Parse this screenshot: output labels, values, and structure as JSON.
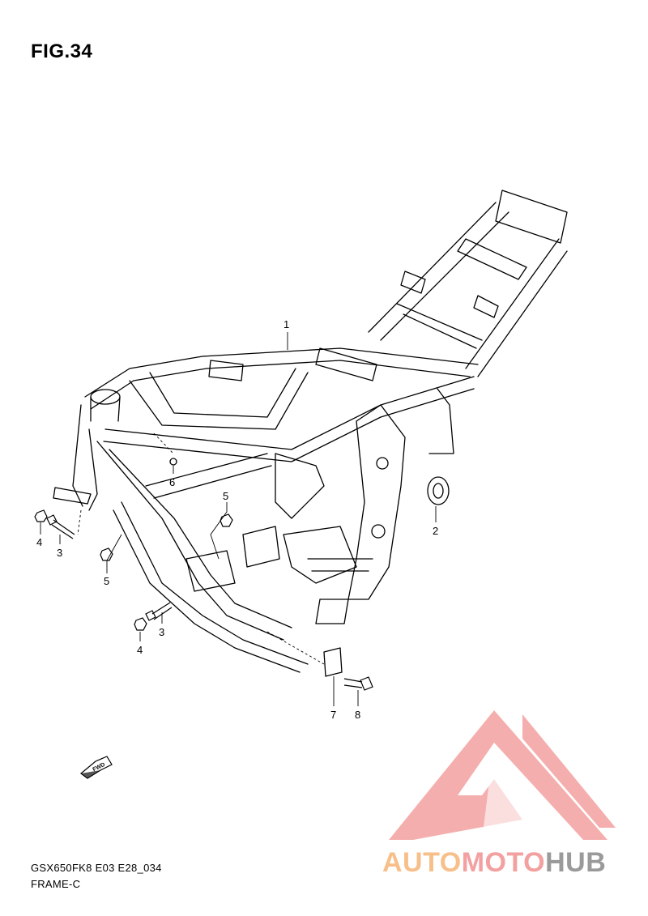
{
  "figure": {
    "title": "FIG.34",
    "code": "GSX650FK8 E03 E28_034",
    "name": "FRAME-C"
  },
  "callouts": [
    {
      "label": "1"
    },
    {
      "label": "2"
    },
    {
      "label": "3"
    },
    {
      "label": "3"
    },
    {
      "label": "4"
    },
    {
      "label": "4"
    },
    {
      "label": "5"
    },
    {
      "label": "5"
    },
    {
      "label": "6"
    },
    {
      "label": "7"
    },
    {
      "label": "8"
    }
  ],
  "direction_arrow": {
    "label": "FWD"
  },
  "watermark": {
    "part_a": "AUTO",
    "part_b": "MOTO",
    "part_c": "HUB",
    "colors": {
      "orange": "#f7c08a",
      "red": "#f3a0a0",
      "gray": "#9a9a9a"
    }
  }
}
